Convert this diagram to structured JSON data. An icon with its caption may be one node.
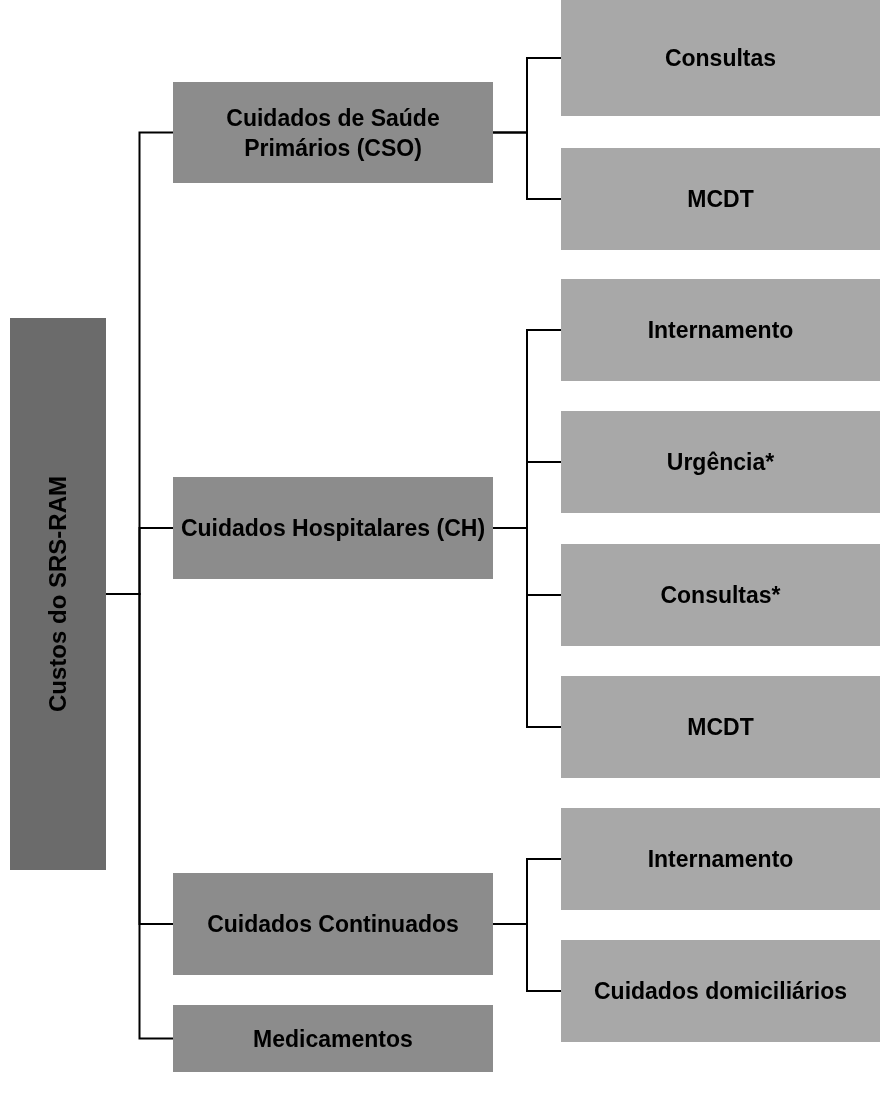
{
  "diagram": {
    "nodes": [
      {
        "text": [
          "Custos do SRS-RAM"
        ]
      },
      {
        "text": [
          "Cuidados de Saúde Primários (CSO)"
        ]
      },
      {
        "text": [
          "Consultas"
        ]
      },
      {
        "text": [
          "MCDT"
        ]
      },
      {
        "text": [
          "Cuidados Hospitalares (CH)"
        ]
      },
      {
        "text": [
          "Internamento"
        ]
      },
      {
        "text": [
          "Urgência*"
        ]
      },
      {
        "text": [
          "Consultas*"
        ]
      },
      {
        "text": [
          "MCDT"
        ]
      },
      {
        "text": [
          "Cuidados Continuados"
        ]
      },
      {
        "text": [
          "Internamento"
        ]
      },
      {
        "text": [
          "Cuidados domiciliários"
        ]
      },
      {
        "text": [
          "Medicamentos"
        ]
      }
    ],
    "edges": [
      {
        "from": 0,
        "to": 1,
        "arrow": "none"
      },
      {
        "from": 0,
        "to": 4,
        "arrow": "none"
      },
      {
        "from": 0,
        "to": 9,
        "arrow": "none"
      },
      {
        "from": 0,
        "to": 12,
        "arrow": "none"
      },
      {
        "from": 1,
        "to": 2,
        "arrow": "none"
      },
      {
        "from": 1,
        "to": 3,
        "arrow": "none"
      },
      {
        "from": 4,
        "to": 5,
        "arrow": "none"
      },
      {
        "from": 4,
        "to": 6,
        "arrow": "none"
      },
      {
        "from": 4,
        "to": 7,
        "arrow": "none"
      },
      {
        "from": 4,
        "to": 8,
        "arrow": "none"
      },
      {
        "from": 9,
        "to": 10,
        "arrow": "none"
      },
      {
        "from": 9,
        "to": 11,
        "arrow": "none"
      }
    ]
  }
}
